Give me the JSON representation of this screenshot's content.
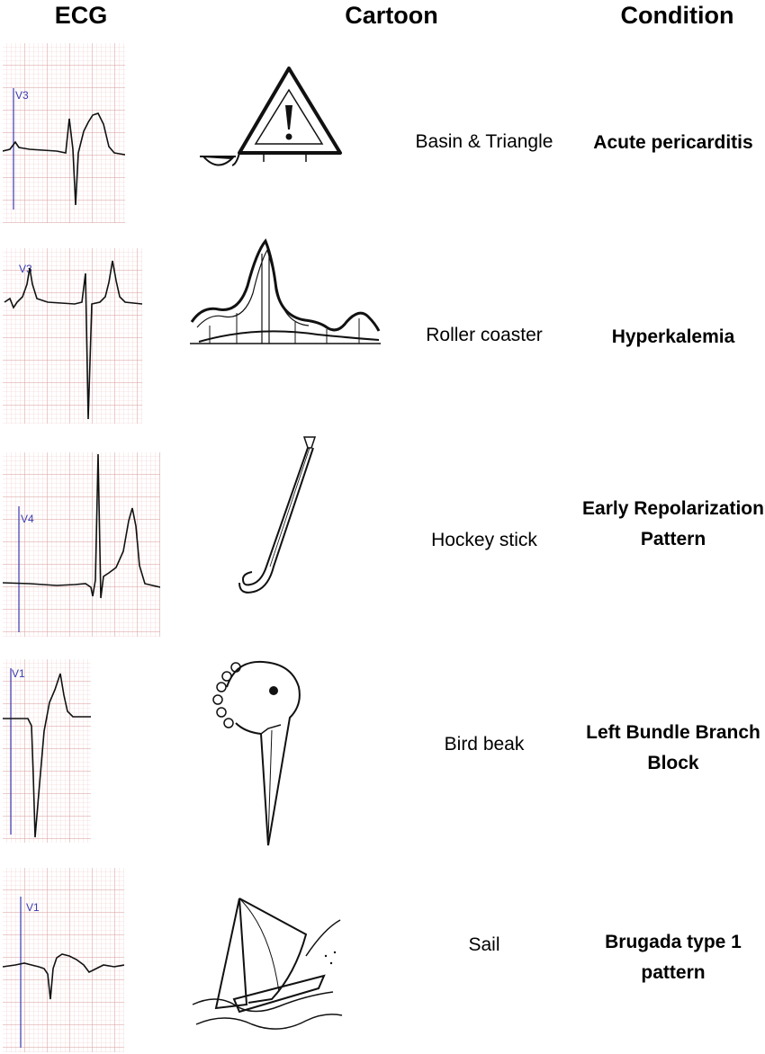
{
  "headers": {
    "ecg": "ECG",
    "cartoon": "Cartoon",
    "condition": "Condition"
  },
  "rows": [
    {
      "lead": "V3",
      "cartoon_icon": "basin-and-triangle-icon",
      "description": "Basin & Triangle",
      "condition": "Acute pericarditis"
    },
    {
      "lead": "V3",
      "cartoon_icon": "roller-coaster-icon",
      "description": "Roller coaster",
      "condition": "Hyperkalemia"
    },
    {
      "lead": "V4",
      "cartoon_icon": "hockey-stick-icon",
      "description": "Hockey stick",
      "condition": "Early Repolarization Pattern"
    },
    {
      "lead": "V1",
      "cartoon_icon": "bird-beak-icon",
      "description": "Bird beak",
      "condition": "Left Bundle Branch Block"
    },
    {
      "lead": "V1",
      "cartoon_icon": "sail-icon",
      "description": "Sail",
      "condition": "Brugada type 1 pattern"
    }
  ],
  "colors": {
    "grid_minor": "#f0c8c8",
    "grid_major": "#d99a9a",
    "trace": "#111111",
    "lead_marker": "#3a3ab0"
  }
}
